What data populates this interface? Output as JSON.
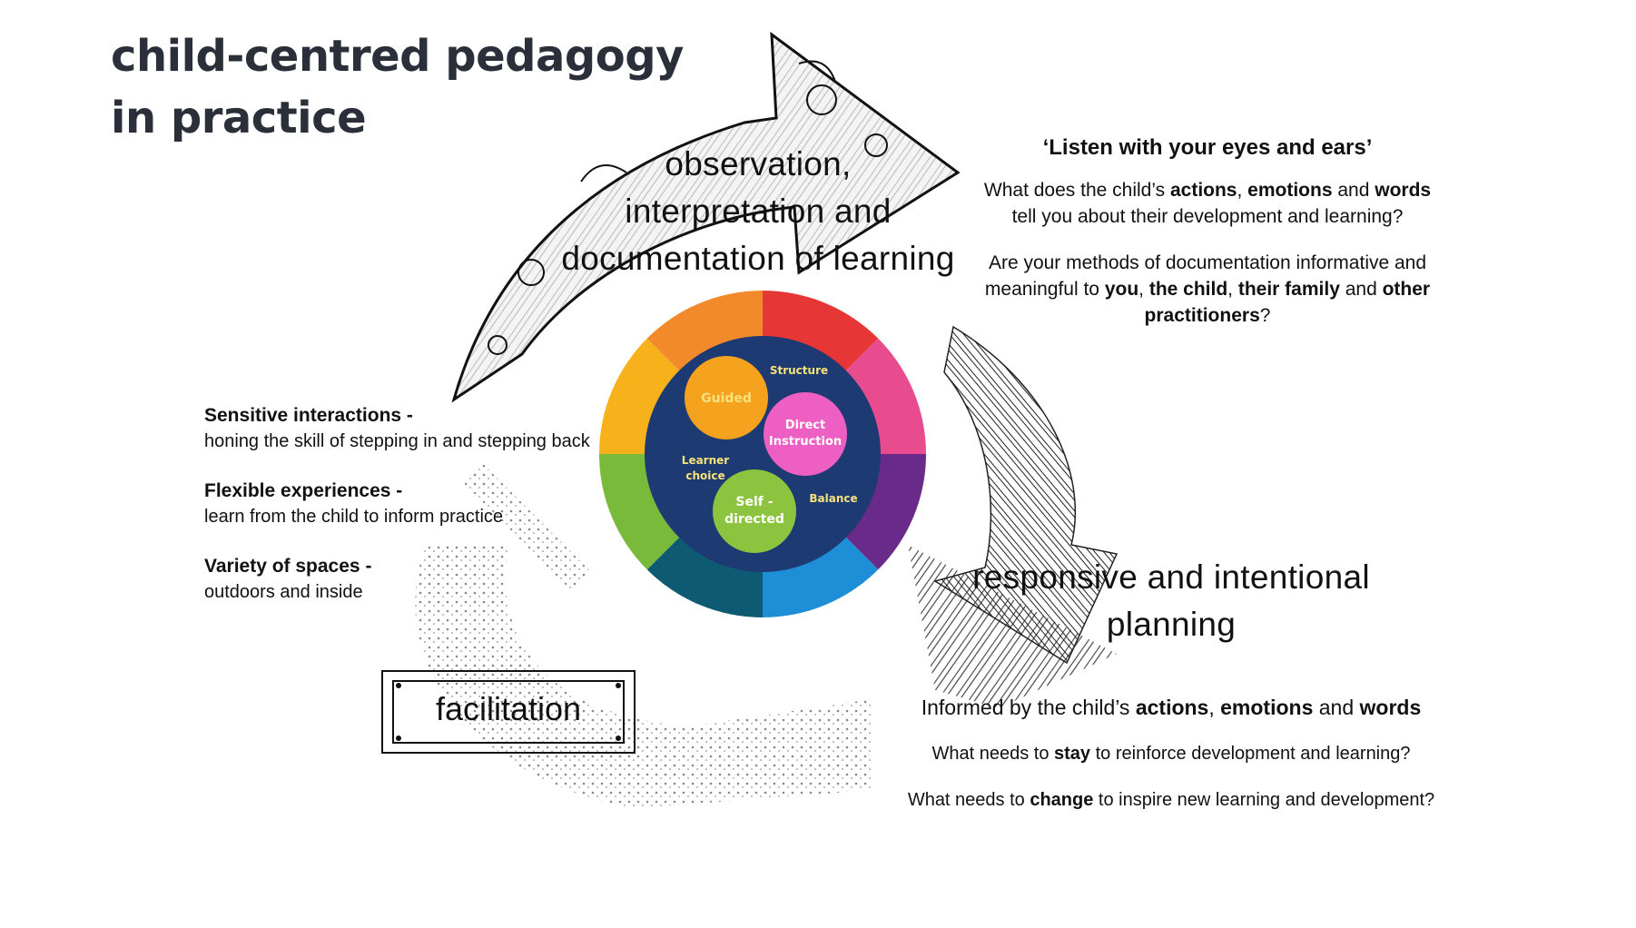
{
  "title": {
    "line1": "child-centred pedagogy",
    "line2": "in practice"
  },
  "observation_label": {
    "line1": "observation,",
    "line2": "interpretation and",
    "line3": "documentation of learning"
  },
  "planning_label": {
    "line1": "responsive and intentional",
    "line2": "planning"
  },
  "facilitation_label": "facilitation",
  "listen": {
    "title": "‘Listen with your eyes and ears’",
    "q1": {
      "t1": "What does the child’s ",
      "b1": "actions",
      "t2": ", ",
      "b2": "emotions",
      "t3": " and ",
      "b3": "words",
      "t4": " tell you about their development and learning?"
    },
    "q2": {
      "t1": "Are your methods of documentation informative and meaningful to ",
      "b1": "you",
      "t2": ", ",
      "b2": "the child",
      "t3": ",  ",
      "b3": "their family",
      "t4": " and ",
      "b4": "other practitioners",
      "t5": "?"
    }
  },
  "left_items": [
    {
      "head": "Sensitive interactions",
      "dash": " -",
      "sub": "honing the skill of stepping in and stepping back"
    },
    {
      "head": "Flexible experiences",
      "dash": " -",
      "sub": "learn from the child to inform practice"
    },
    {
      "head": "Variety of spaces",
      "dash": " -",
      "sub": "outdoors and inside"
    }
  ],
  "planning": {
    "informed": {
      "t1": "Informed by the child’s ",
      "b1": "actions",
      "t2": ", ",
      "b2": "emotions",
      "t3": " and ",
      "b3": "words"
    },
    "q1": {
      "t1": "What needs to ",
      "b1": "stay",
      "t2": " to reinforce development and learning?"
    },
    "q2": {
      "t1": "What needs to ",
      "b1": "change",
      "t2": " to inspire new learning and development?"
    }
  },
  "wheel": {
    "labels": {
      "structure": "Structure",
      "learner_choice_1": "Learner",
      "learner_choice_2": "choice",
      "balance": "Balance",
      "guided": "Guided",
      "direct_1": "Direct",
      "direct_2": "Instruction",
      "self_1": "Self -",
      "self_2": "directed"
    },
    "colors": {
      "segments": [
        "#e63636",
        "#e94b8f",
        "#6a2a8a",
        "#1e8fd6",
        "#0f5a73",
        "#79ba3a",
        "#f7b11a",
        "#f2892a"
      ],
      "inner": "#1e3a72",
      "guided": "#f5a21f",
      "direct": "#ee5fc4",
      "self": "#8cc43f"
    }
  }
}
